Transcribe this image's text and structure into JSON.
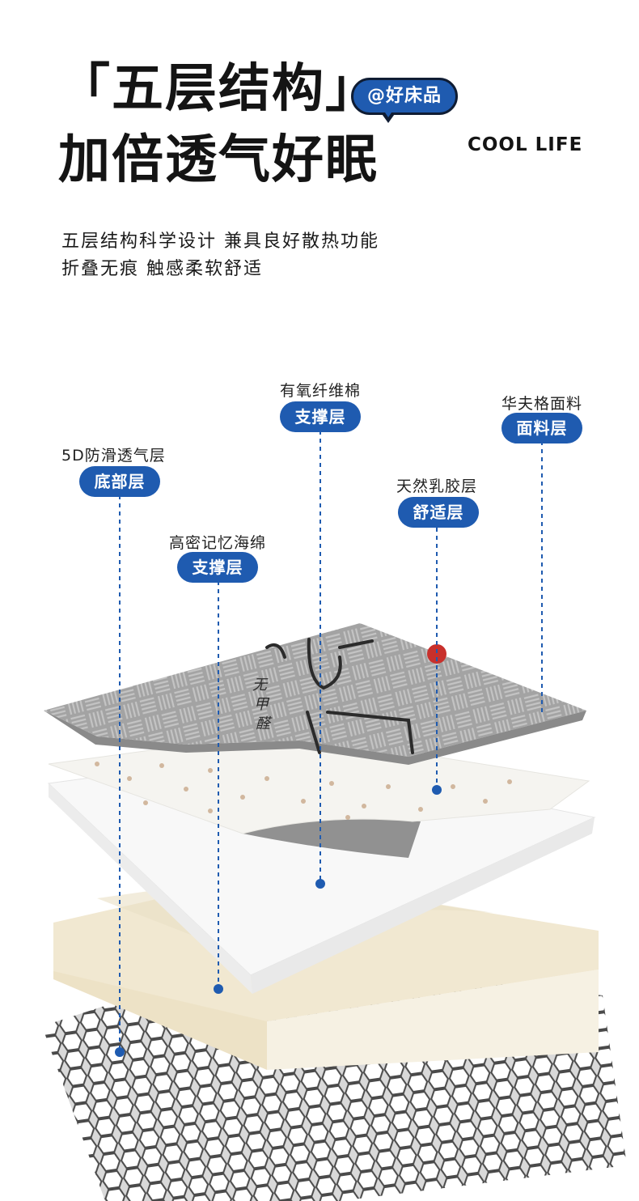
{
  "header": {
    "title_line1": "「五层结构」",
    "title_line2": "加倍透气好眠",
    "brand_badge": "@好床品",
    "slogan": "COOL LIFE"
  },
  "description": {
    "line1": "五层结构科学设计 兼具良好散热功能",
    "line2": "折叠无痕 触感柔软舒适"
  },
  "layers": [
    {
      "name": "5D防滑透气层",
      "role": "底部层"
    },
    {
      "name": "高密记忆海绵",
      "role": "支撑层"
    },
    {
      "name": "有氧纤维棉",
      "role": "支撑层"
    },
    {
      "name": "天然乳胶层",
      "role": "舒适层"
    },
    {
      "name": "华夫格面料",
      "role": "面料层"
    }
  ],
  "fabric_print": {
    "text": "无甲醛"
  },
  "colors": {
    "accent_blue": "#1f5bb0",
    "title_dark": "#141414",
    "top_fabric": "#9a9a9a",
    "latex": "#f4f3ef",
    "fiber": "#ffffff",
    "foam": "#f3ecd9",
    "mesh": "#cfcfcf"
  }
}
